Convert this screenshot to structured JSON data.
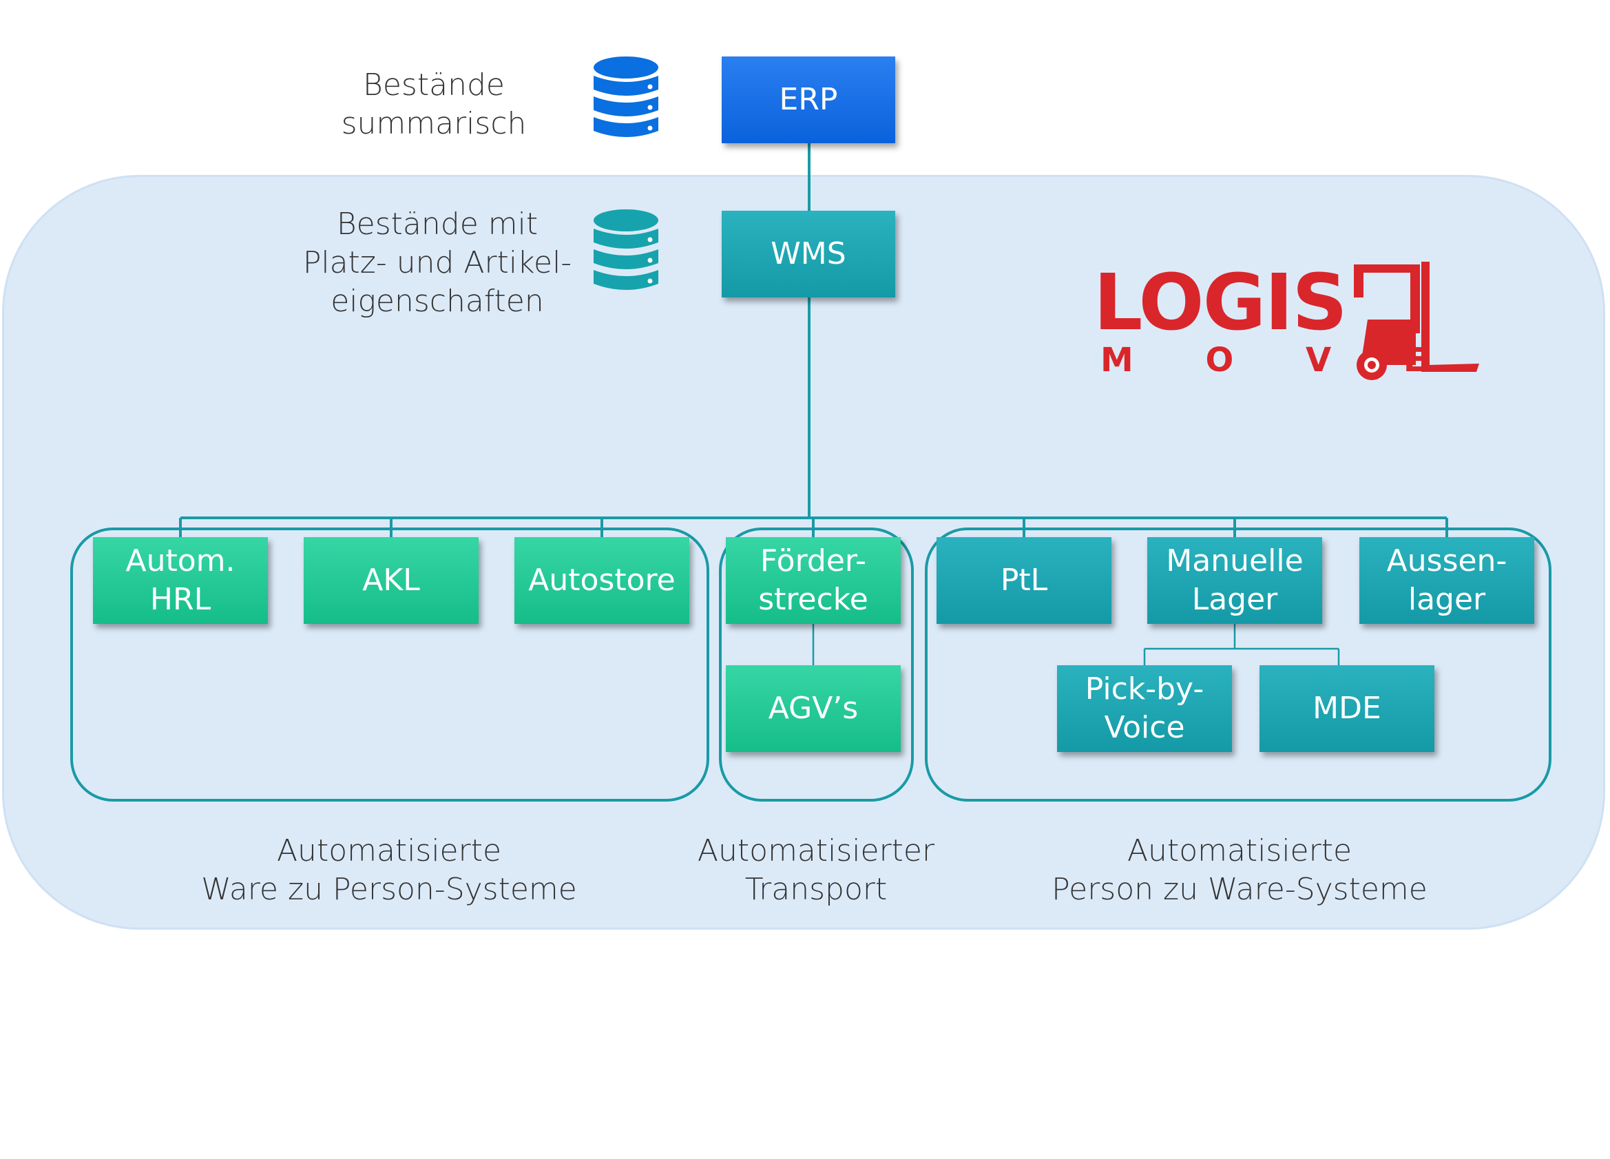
{
  "colors": {
    "panel": "#dceaf8",
    "line": "#1a9aa6",
    "erp": "#0a62dc",
    "wms": "#149aa6",
    "green": "#16bd88",
    "logo": "#d9262b"
  },
  "top": {
    "erp_label": "ERP",
    "erp_caption": "Bestände\nsummarisch",
    "wms_label": "WMS",
    "wms_caption": "Bestände mit\nPlatz- und Artikel-\neigenschaften",
    "erp_icon": "database-icon",
    "wms_icon": "database-icon"
  },
  "logo": {
    "line1": "LOGIS",
    "line2": "M O V E",
    "icon": "forklift-icon"
  },
  "groups": {
    "ware_zu_person": {
      "nodes": [
        "Autom.\nHRL",
        "AKL",
        "Autostore"
      ],
      "caption": "Automatisierte\nWare zu Person-Systeme"
    },
    "transport": {
      "nodes": [
        "Förder-\nstrecke",
        "AGV’s"
      ],
      "caption": "Automatisierter\nTransport"
    },
    "person_zu_ware": {
      "nodes": [
        "PtL",
        "Manuelle\nLager",
        "Aussen-\nlager"
      ],
      "sub_nodes": [
        "Pick-by-\nVoice",
        "MDE"
      ],
      "caption": "Automatisierte\nPerson zu Ware-Systeme"
    }
  }
}
